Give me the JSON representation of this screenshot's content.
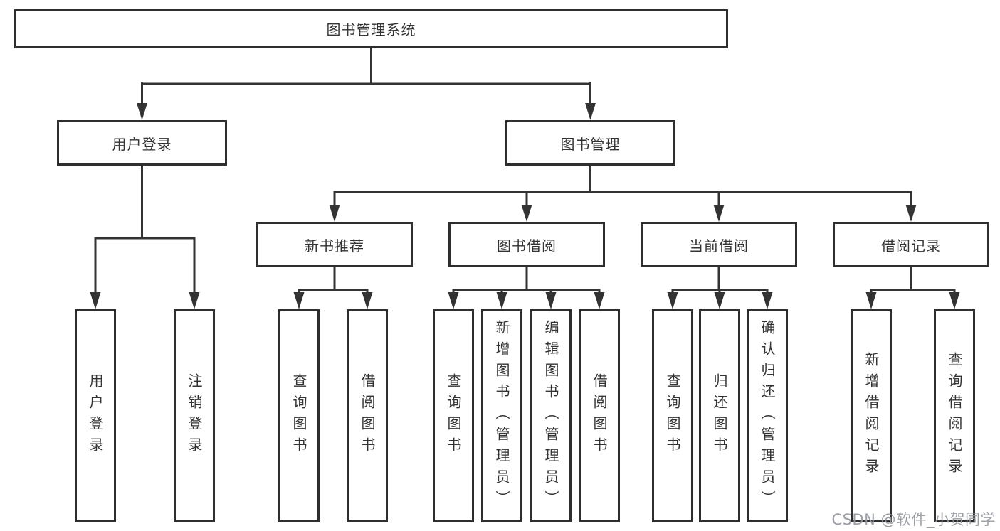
{
  "colors": {
    "line": "#333333",
    "box_border": "#2e2e2e",
    "text": "#333333",
    "watermark": "#94989e",
    "background": "#ffffff"
  },
  "watermark": {
    "text": "CSDN @软件_小贺同学"
  },
  "diagram": {
    "root": {
      "label": "图书管理系统"
    },
    "branches": [
      {
        "label": "用户登录",
        "children": [
          {
            "label": "用户登录"
          },
          {
            "label": "注销登录"
          }
        ]
      },
      {
        "label": "图书管理",
        "sections": [
          {
            "label": "新书推荐",
            "children": [
              {
                "label": "查询图书"
              },
              {
                "label": "借阅图书"
              }
            ]
          },
          {
            "label": "图书借阅",
            "children": [
              {
                "label": "查询图书"
              },
              {
                "label": "新增图书（管理员）"
              },
              {
                "label": "编辑图书（管理员）"
              },
              {
                "label": "借阅图书"
              }
            ]
          },
          {
            "label": "当前借阅",
            "children": [
              {
                "label": "查询图书"
              },
              {
                "label": "归还图书"
              },
              {
                "label": "确认归还（管理员）"
              }
            ]
          },
          {
            "label": "借阅记录",
            "children": [
              {
                "label": "新增借阅记录"
              },
              {
                "label": "查询借阅记录"
              }
            ]
          }
        ]
      }
    ]
  }
}
